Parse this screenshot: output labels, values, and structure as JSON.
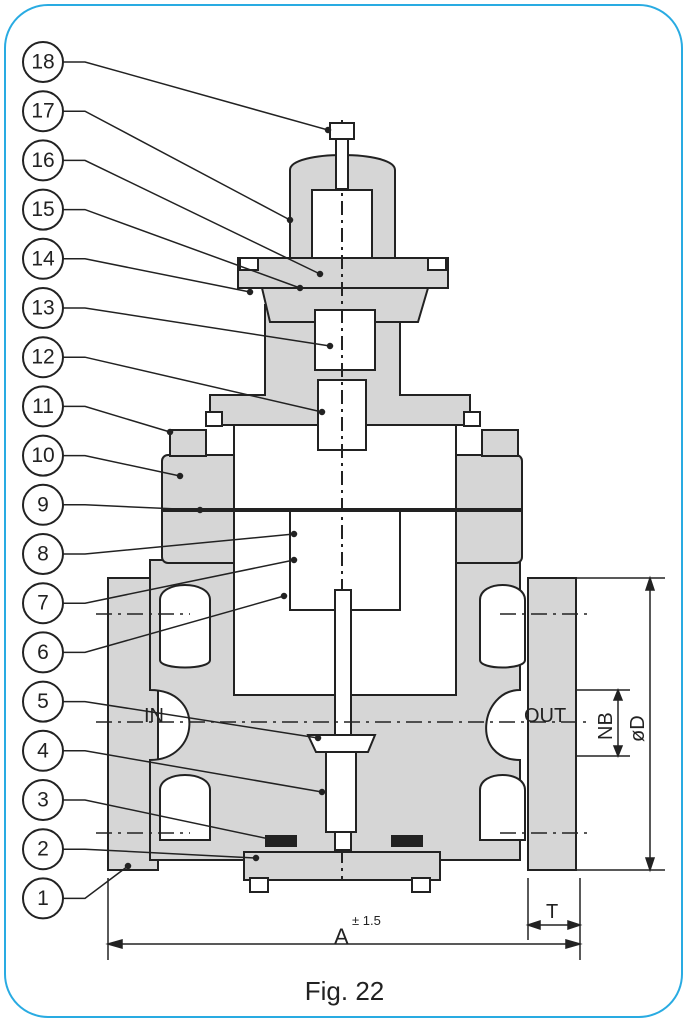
{
  "figure": {
    "caption": "Fig. 22",
    "part_numbers": [
      "1",
      "2",
      "3",
      "4",
      "5",
      "6",
      "7",
      "8",
      "9",
      "10",
      "11",
      "12",
      "13",
      "14",
      "15",
      "16",
      "17",
      "18"
    ],
    "inlet_label": "IN",
    "outlet_label": "OUT",
    "dimensions": {
      "nominal_bore": "NB",
      "flange_diameter": "øD",
      "length": "A",
      "length_tolerance": "± 1.5",
      "flange_thickness": "T"
    }
  },
  "colors": {
    "frame": "#29abe2",
    "body_fill": "#d6d6d6",
    "line": "#222222"
  }
}
